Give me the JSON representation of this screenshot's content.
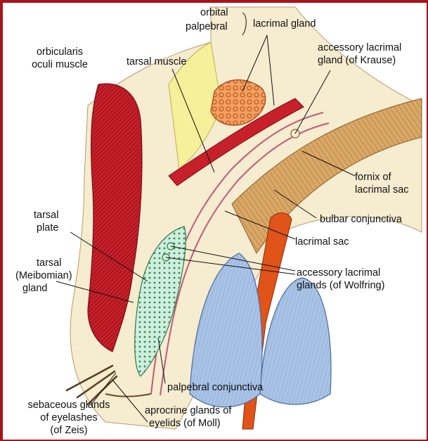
{
  "labels": {
    "orbital": "orbital",
    "palpebral": "palpebral",
    "lacrimal_gland": "lacrimal gland",
    "orbicularis_1": "orbicularis",
    "orbicularis_2": "oculi muscle",
    "tarsal_muscle": "tarsal muscle",
    "krause_1": "accessory lacrimal",
    "krause_2": "gland (of Krause)",
    "fornix_1": "fornix of",
    "fornix_2": "lacrimal sac",
    "bulbar_conjunctiva": "bulbar conjunctiva",
    "tarsal_plate_1": "tarsal",
    "tarsal_plate_2": "plate",
    "lacrimal_sac": "lacrimal sac",
    "meibomian_1": "tarsal",
    "meibomian_2": "(Meibomian)",
    "meibomian_3": "gland",
    "wolfring_1": "accessory lacrimal",
    "wolfring_2": "glands (of Wolfring)",
    "palpebral_conjunctiva": "palpebral conjunctiva",
    "zeis_1": "sebaceous glands",
    "zeis_2": "of eyelashes",
    "zeis_3": "(of Zeis)",
    "moll_1": "aprocrine glands of",
    "moll_2": "eyelids (of Moll)"
  },
  "colors": {
    "frame": "#a8141a",
    "muscle": "#c8202a",
    "tarsal_plate": "#cfeedd",
    "gland_orange": "#f2a060",
    "skin": "#f5e9c8",
    "tendon": "#d9a766",
    "blue": "#a9c3e6",
    "fat_yellow": "#f7f09a",
    "orange_duct": "#e0541a"
  }
}
